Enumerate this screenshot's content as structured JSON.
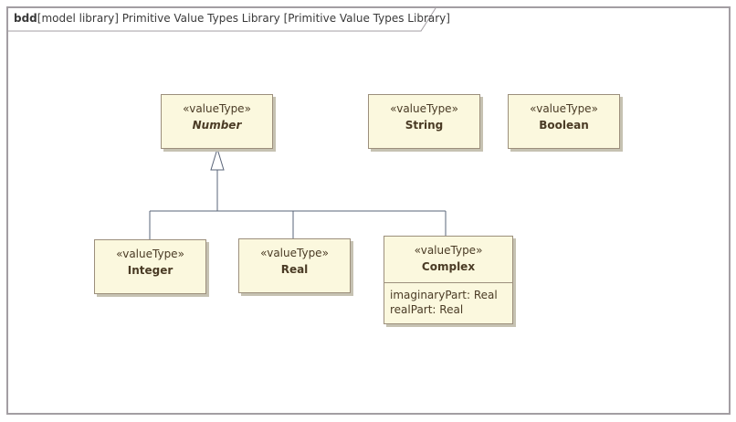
{
  "diagram": {
    "kind": "bdd",
    "title": "[model library] Primitive Value Types Library [Primitive Value Types Library]"
  },
  "blocks": {
    "number": {
      "stereotype": "«valueType»",
      "name": "Number"
    },
    "string": {
      "stereotype": "«valueType»",
      "name": "String"
    },
    "boolean": {
      "stereotype": "«valueType»",
      "name": "Boolean"
    },
    "integer": {
      "stereotype": "«valueType»",
      "name": "Integer"
    },
    "real": {
      "stereotype": "«valueType»",
      "name": "Real"
    },
    "complex": {
      "stereotype": "«valueType»",
      "name": "Complex",
      "attributes": [
        "imaginaryPart: Real",
        "realPart: Real"
      ]
    }
  },
  "colors": {
    "block_fill": "#fbf8de",
    "block_border": "#9c8f7c",
    "frame_border": "#a39ea3",
    "connector": "#5a6478"
  }
}
